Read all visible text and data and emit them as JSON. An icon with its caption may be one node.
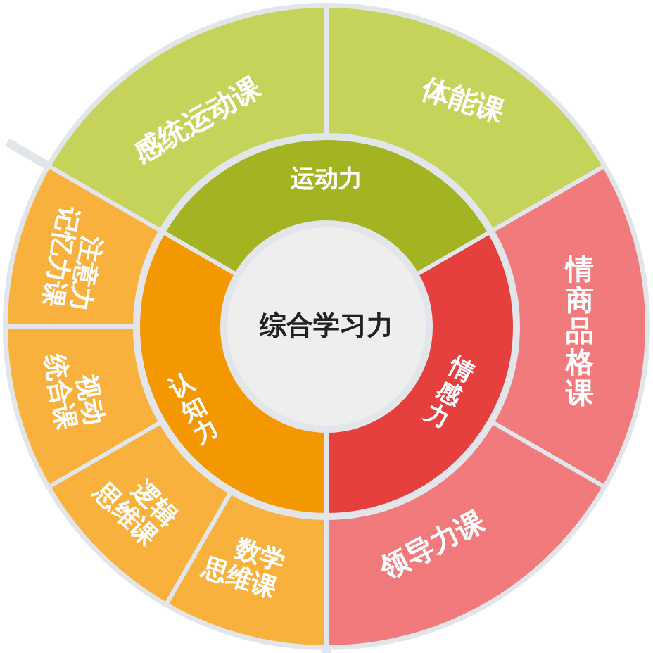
{
  "diagram": {
    "nodes": [
      {
        "text": [
          "综合学习力"
        ]
      },
      {
        "text": [
          "运动力"
        ]
      },
      {
        "text": [
          "情感力"
        ]
      },
      {
        "text": [
          "认知力"
        ]
      },
      {
        "text": [
          "感统运动课"
        ]
      },
      {
        "text": [
          "体能课"
        ]
      },
      {
        "text": [
          "情商品格课"
        ]
      },
      {
        "text": [
          "领导力课"
        ]
      },
      {
        "text": [
          "数学思维课"
        ]
      },
      {
        "text": [
          "逻辑思维课"
        ]
      },
      {
        "text": [
          "视动统合课"
        ]
      },
      {
        "text": [
          "注意力记忆力课"
        ]
      }
    ]
  }
}
